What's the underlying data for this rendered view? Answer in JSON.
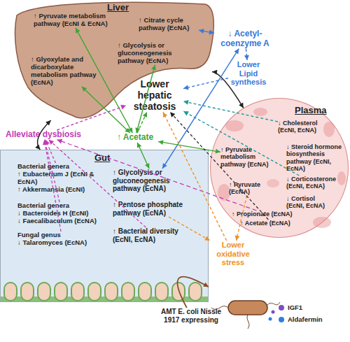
{
  "diagram": {
    "nodes": [
      {
        "text": [
          "Liver"
        ]
      },
      {
        "text": [
          "↑ Pyruvate metabolism pathway (EcNI & EcNA)"
        ],
        "in": 0
      },
      {
        "text": [
          "↑ Citrate cycle pathway (EcNA)"
        ],
        "in": 0
      },
      {
        "text": [
          "↑ Glycolysis or gluconeogenesis pathway (EcNA)"
        ],
        "in": 0
      },
      {
        "text": [
          "↑ Glyoxylate and dicarboxylate metabolism pathway (EcNA)"
        ],
        "in": 0
      },
      {
        "text": [
          "↓ Acetyl-coenzyme A"
        ]
      },
      {
        "text": [
          "Lower Lipid synthesis"
        ]
      },
      {
        "text": [
          "Lower hepatic steatosis"
        ]
      },
      {
        "text": [
          "Alleviate dysbiosis"
        ]
      },
      {
        "text": [
          "↑ Acetate"
        ]
      },
      {
        "text": [
          "Plasma"
        ]
      },
      {
        "text": [
          "↓ Cholesterol (EcNI, EcNA)"
        ],
        "in": 10
      },
      {
        "text": [
          "↑ Pyruvate metabolism pathway (EcNA)"
        ],
        "in": 10
      },
      {
        "text": [
          "↓ Steroid hormone biosynthesis pathway (EcNI, EcNA)"
        ],
        "in": 10
      },
      {
        "text": [
          "↑ Pyruvate (EcNA)"
        ],
        "in": 10
      },
      {
        "text": [
          "↓ Corticosterone (EcNI, EcNA)"
        ],
        "in": 10
      },
      {
        "text": [
          "↓ Cortisol (EcNI, EcNA)"
        ],
        "in": 10
      },
      {
        "text": [
          "↑ Propionate (EcNA)"
        ],
        "in": 10
      },
      {
        "text": [
          "↑ Acetate (EcNA)"
        ],
        "in": 10
      },
      {
        "text": [
          "Gut"
        ]
      },
      {
        "text": [
          "Bacterial genera",
          "↑ Eubacterium J (EcNI & EcNA)",
          "↑ Akkermansia (EcNI)"
        ],
        "in": 19
      },
      {
        "text": [
          "Bacterial genera",
          "↓ Bacteroides H (EcNI)",
          "↓ Faecalibaculum (EcNA)"
        ],
        "in": 19
      },
      {
        "text": [
          "Fungal genus",
          "↓ Talaromyces (EcNA)"
        ],
        "in": 19
      },
      {
        "text": [
          "↑ Glycolysis or gluconeogenesis pathway (EcNA)"
        ],
        "in": 19
      },
      {
        "text": [
          "↑ Pentose phosphate pathway (EcNA)"
        ],
        "in": 19
      },
      {
        "text": [
          "↑ Bacterial diversity (EcNI, EcNA)"
        ],
        "in": 19
      },
      {
        "text": [
          "Lower oxidative stress"
        ]
      },
      {
        "text": [
          "AMT E. coli Nissle 1917 expressing"
        ]
      }
    ],
    "edges": [
      {
        "from": 0,
        "to": 10,
        "arrow": "both"
      },
      {
        "from": 19,
        "to": 0,
        "arrow": "both"
      },
      {
        "from": 2,
        "to": 5,
        "arrow": "both"
      },
      {
        "from": 5,
        "to": 6,
        "arrow": "to"
      },
      {
        "from": 6,
        "to": 7,
        "arrow": "to"
      },
      {
        "from": 5,
        "to": 23,
        "arrow": "both"
      },
      {
        "from": 9,
        "to": 1,
        "arrow": "both"
      },
      {
        "from": 9,
        "to": 3,
        "arrow": "both"
      },
      {
        "from": 9,
        "to": 4,
        "arrow": "both"
      },
      {
        "from": 9,
        "to": 7,
        "arrow": "to"
      },
      {
        "from": 9,
        "to": 12,
        "arrow": "both"
      },
      {
        "from": 9,
        "to": 23,
        "arrow": "both"
      },
      {
        "from": 11,
        "to": 7,
        "arrow": "to"
      },
      {
        "from": 15,
        "to": 7,
        "arrow": "to"
      },
      {
        "from": 8,
        "to": 7,
        "arrow": "to"
      },
      {
        "from": 20,
        "to": 8,
        "arrow": "to"
      },
      {
        "from": 21,
        "to": 8,
        "arrow": "to"
      },
      {
        "from": 22,
        "to": 8,
        "arrow": "to"
      },
      {
        "from": 25,
        "to": 8,
        "arrow": "to"
      },
      {
        "from": 17,
        "to": 8,
        "arrow": "to"
      },
      {
        "from": 26,
        "to": 7,
        "arrow": "to"
      },
      {
        "from": 24,
        "to": 26,
        "arrow": "to"
      },
      {
        "from": 14,
        "to": 26,
        "arrow": "to"
      },
      {
        "from": 18,
        "to": 7,
        "arrow": "to"
      },
      {
        "from": 27,
        "to": 19,
        "arrow": "to"
      }
    ],
    "legend": [
      {
        "text": "IGF1",
        "color": "#7b4fc4"
      },
      {
        "text": "Aldafermin",
        "color": "#2f7fe0"
      }
    ]
  }
}
